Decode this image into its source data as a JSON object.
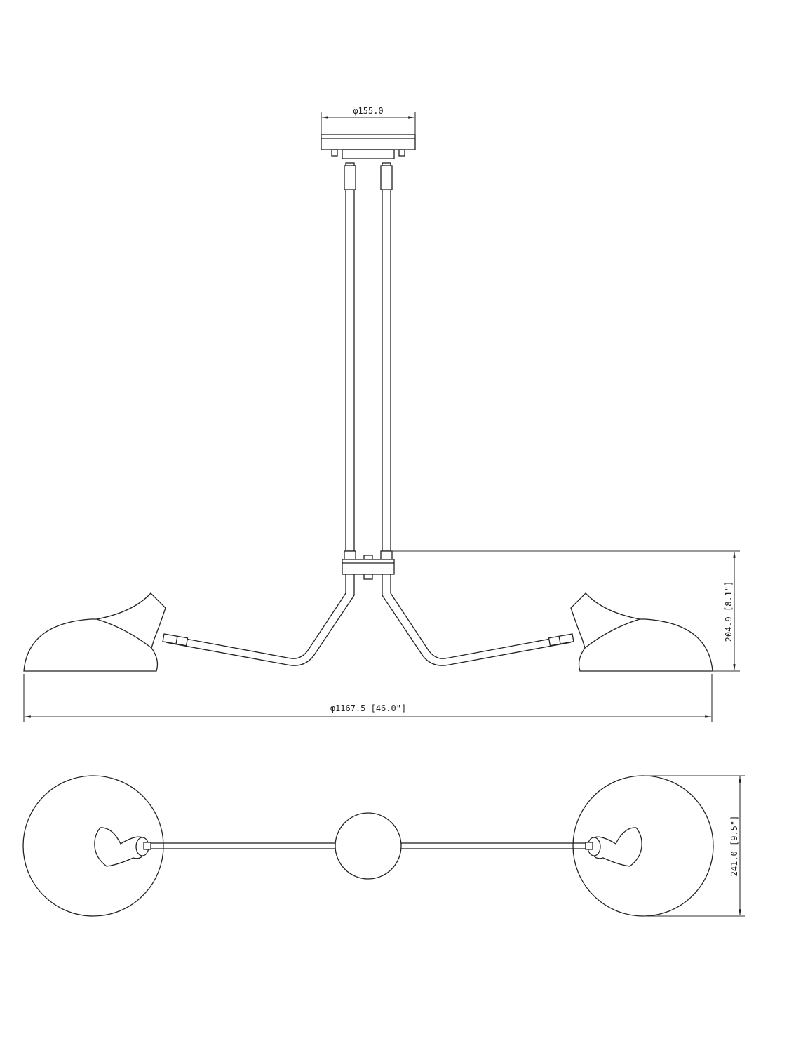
{
  "dimensions": {
    "canopy_diameter": "φ155.0",
    "height_arm_to_shade": "204.9 [8.1\"]",
    "overall_width": "φ1167.5 [46.0\"]",
    "plan_depth": "241.0 [9.5\"]"
  },
  "colors": {
    "line": "#222222",
    "background": "#ffffff"
  }
}
